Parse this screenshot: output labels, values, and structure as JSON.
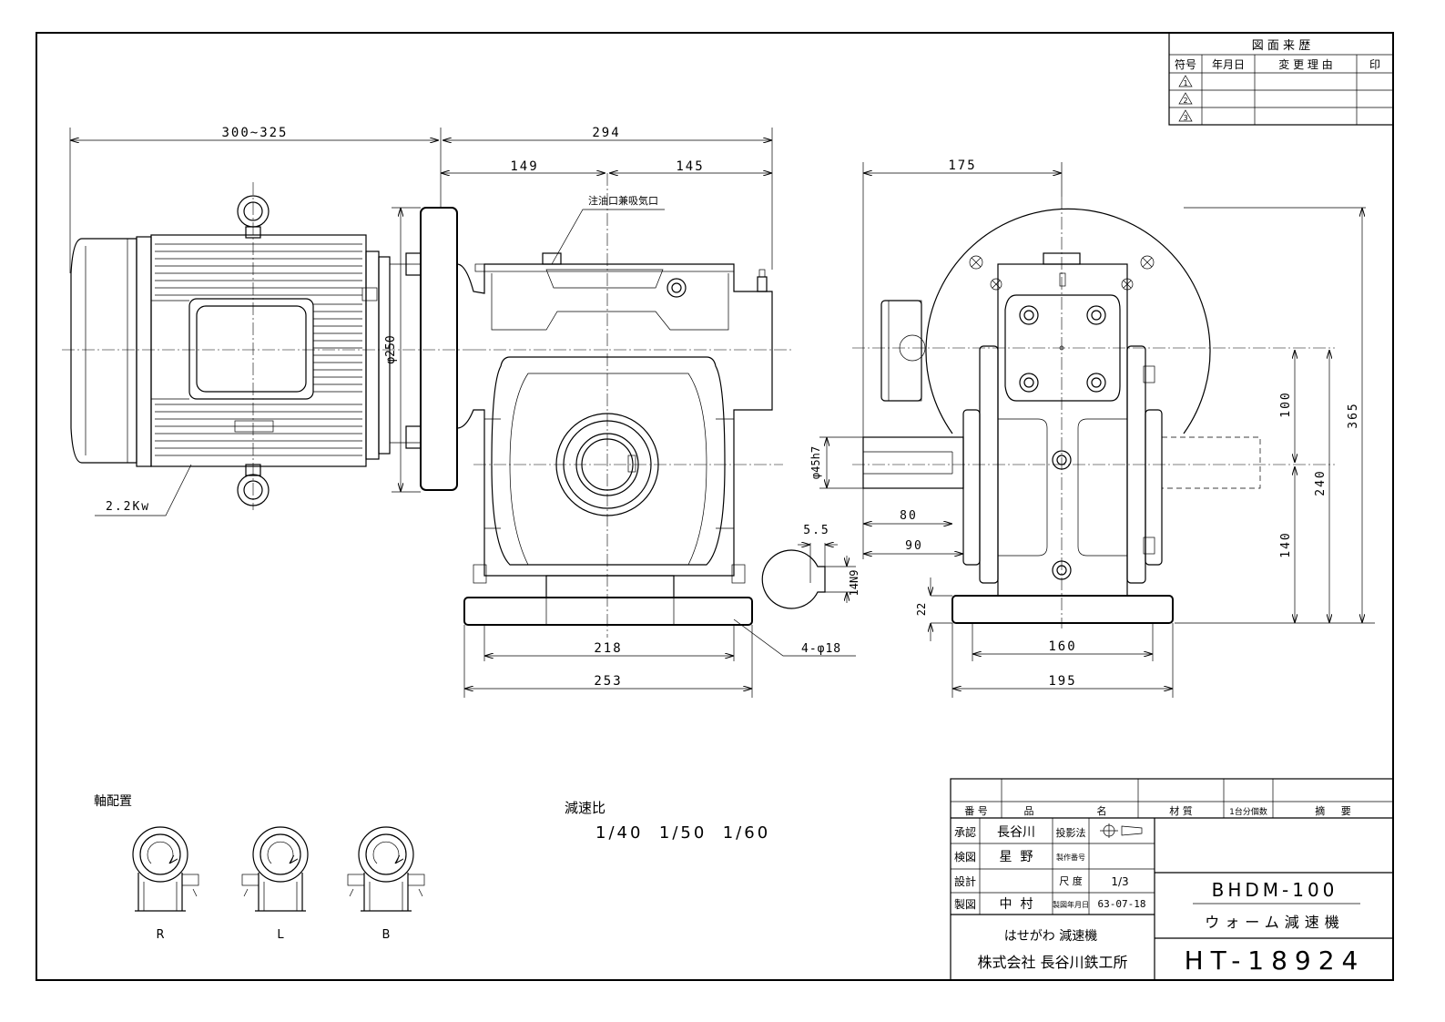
{
  "revision_table": {
    "title": "図 面 来 歴",
    "headers": [
      "符号",
      "年月日",
      "変 更 理 由",
      "印"
    ],
    "marks": [
      "1",
      "2",
      "3"
    ]
  },
  "dimensions": {
    "motor_length": "300~325",
    "overall_294": "294",
    "left_149": "149",
    "right_145": "145",
    "side_175": "175",
    "flange_dia": "φ250",
    "shaft_dia": "φ45h7",
    "key_5_5": "5.5",
    "key_14n9": "14N9",
    "len_80": "80",
    "len_90": "90",
    "base_22": "22",
    "h_100": "100",
    "h_140": "140",
    "h_240": "240",
    "h_365": "365",
    "w_218": "218",
    "w_253": "253",
    "w_160": "160",
    "w_195": "195",
    "holes": "4-φ18",
    "motor_power": "2.2Kw",
    "oil_port": "注油口兼吸気口"
  },
  "shaft_arrangement": {
    "title": "軸配置",
    "labels": [
      "R",
      "L",
      "B"
    ]
  },
  "ratio": {
    "title": "減速比",
    "values": "1/40  1/50  1/60"
  },
  "title_block": {
    "header": {
      "number": "番 号",
      "name_1": "品",
      "name_2": "名",
      "material": "材  質",
      "qty": "1台分個数",
      "note": "摘     要"
    },
    "approve_label": "承認",
    "approve_name": "長谷川",
    "check_label": "検図",
    "check_name": "星  野",
    "design_label": "設計",
    "draw_label": "製図",
    "draw_name": "中  村",
    "projection_label": "投影法",
    "mfg_no_label": "製作番号",
    "scale_label": "尺 度",
    "scale_value": "1/3",
    "date_label": "製図年月日",
    "date_value": "63-07-18",
    "model": "BHDM-100",
    "product": "ウォーム減速機",
    "brand": "はせがわ 減速機",
    "company": "株式会社 長谷川鉄工所",
    "drawing_no": "HT-18924"
  }
}
